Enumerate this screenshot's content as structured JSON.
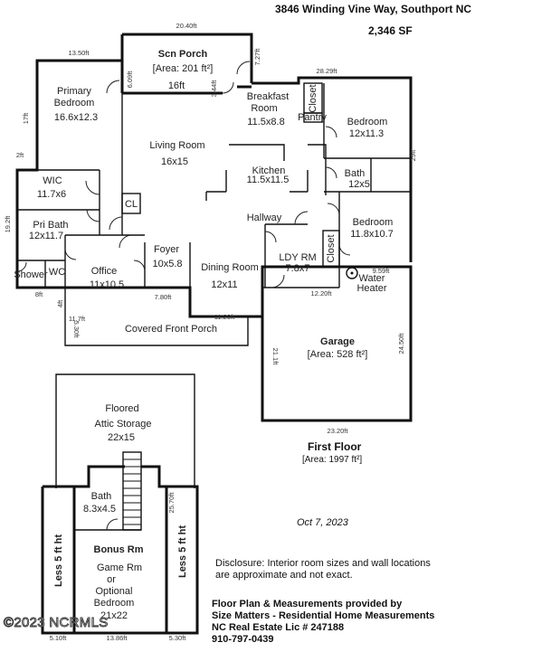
{
  "header": {
    "address": "3846 Winding Vine Way, Southport NC",
    "square_feet": "2,346 SF"
  },
  "first_floor": {
    "title": "First Floor",
    "area": "[Area: 1997 ft²]"
  },
  "rooms": {
    "screen_porch": {
      "name": "Scn Porch",
      "area": "[Area: 201 ft²]",
      "dim": "16ft"
    },
    "primary_bedroom": {
      "line1": "Primary",
      "line2": "Bedroom",
      "size": "16.6x12.3"
    },
    "breakfast_room": {
      "line1": "Breakfast",
      "line2": "Room",
      "size": "11.5x8.8"
    },
    "bedroom_1": {
      "name": "Bedroom",
      "size": "12x11.3"
    },
    "living_room": {
      "name": "Living Room",
      "size": "16x15"
    },
    "kitchen": {
      "name": "Kitchen",
      "size": "11.5x11.5"
    },
    "bath": {
      "name": "Bath",
      "size": "12x5"
    },
    "wic": {
      "name": "WIC",
      "size": "11.7x6"
    },
    "cl": {
      "name": "CL"
    },
    "hallway": {
      "name": "Hallway"
    },
    "bedroom_2": {
      "name": "Bedroom",
      "size": "11.8x10.7"
    },
    "pri_bath": {
      "name": "Pri Bath",
      "size": "12x11.7"
    },
    "foyer": {
      "name": "Foyer",
      "size": "10x5.8"
    },
    "ldy_rm": {
      "name": "LDY RM",
      "size": "7.8x7"
    },
    "office": {
      "name": "Office",
      "size": "11x10.5"
    },
    "dining_room": {
      "name": "Dining Room",
      "size": "12x11"
    },
    "shower": {
      "name": "Shower"
    },
    "wc": {
      "name": "WC"
    },
    "closet_upper": {
      "name": "Closet"
    },
    "closet_lower": {
      "name": "Closet"
    },
    "pantry": {
      "name": "Pantry"
    },
    "water_heater": {
      "line1": "Water",
      "line2": "Heater"
    },
    "covered_porch": {
      "name": "Covered Front Porch"
    },
    "garage": {
      "name": "Garage",
      "area": "[Area: 528 ft²]"
    },
    "attic": {
      "line1": "Floored",
      "line2": "Attic Storage",
      "size": "22x15"
    },
    "bonus_bath": {
      "name": "Bath",
      "size": "8.3x4.5"
    },
    "bonus_rm": {
      "name": "Bonus Rm",
      "line1": "Game Rm",
      "line2": "or",
      "line3": "Optional",
      "line4": "Bedroom",
      "line5": "21x22"
    },
    "less_left": {
      "name": "Less 5 ft ht"
    },
    "less_right": {
      "name": "Less 5 ft ht"
    }
  },
  "dimensions": {
    "top_porch": "20.40ft",
    "top_left": "13.50ft",
    "right_top": "28.29ft",
    "left_17": "17ft",
    "porch_7": "7.27ft",
    "porch_side": "6.09ft",
    "porch_small": "3.44ft",
    "right_29": "29ft",
    "left_19": "19.2ft",
    "bottom_8": "8ft",
    "left_4": "4ft",
    "d_7_80": "7.80ft",
    "d_11_7": "11.7ft",
    "d_11_20": "11.20ft",
    "d_5_30": "5.30ft",
    "wh_9_59": "9.59ft",
    "d_12_20": "12.20ft",
    "garage_24": "24.50ft",
    "garage_21": "21.1ft",
    "garage_23": "23.20ft",
    "tiny_2": "2ft",
    "bonus_25": "25.70ft",
    "bonus_b1": "5.10ft",
    "bonus_b2": "13.86ft",
    "bonus_b3": "5.30ft"
  },
  "date": "Oct 7, 2023",
  "disclosure": {
    "line1": "Disclosure:  Interior room sizes and wall locations",
    "line2": "are approximate and not exact."
  },
  "credits": {
    "line1": "Floor Plan & Measurements provided by",
    "line2": "Size Matters - Residential Home Measurements",
    "line3": "NC Real Estate Lic # 247188",
    "line4": "910-797-0439"
  },
  "watermark": "©2023 NCRMLS"
}
